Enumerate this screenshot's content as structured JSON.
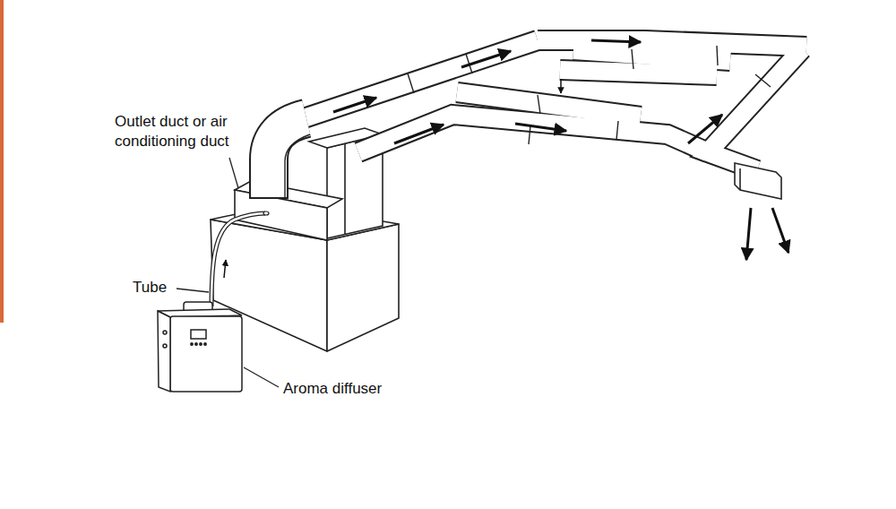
{
  "diagram": {
    "labels": [
      "Outlet duct or air conditioning duct",
      "Tube",
      "Aroma diffuser"
    ]
  }
}
